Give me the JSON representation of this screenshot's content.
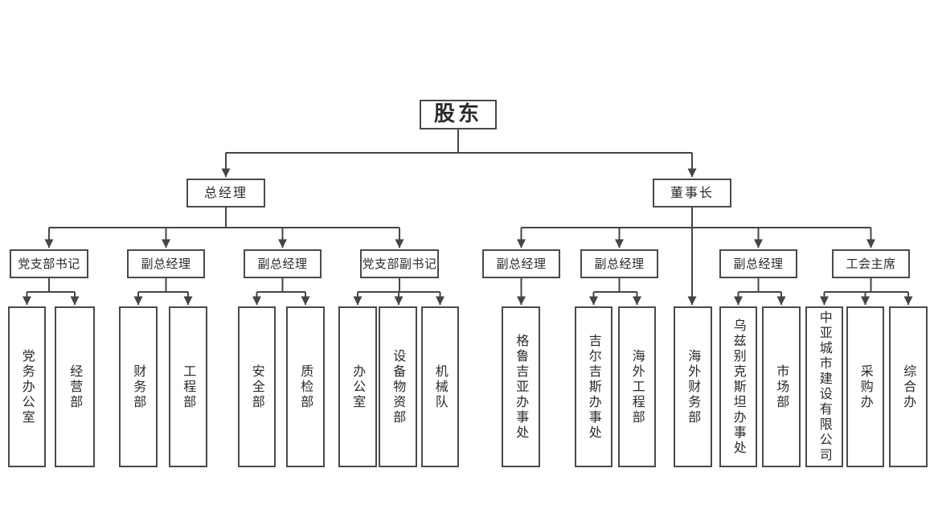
{
  "background": "#ffffff",
  "colors": {
    "line": "#454545",
    "box_border": "#4a4a4a",
    "text": "#2b2b2b"
  },
  "org": {
    "root": {
      "id": "shareholders",
      "label": "股东"
    },
    "level2": [
      {
        "id": "general-manager",
        "label": "总经理",
        "parent": "shareholders"
      },
      {
        "id": "chairman",
        "label": "董事长",
        "parent": "shareholders"
      }
    ],
    "level3": [
      {
        "id": "party-branch-secretary",
        "label": "党支部书记",
        "parent": "general-manager"
      },
      {
        "id": "deputy-gm-1",
        "label": "副总经理",
        "parent": "general-manager"
      },
      {
        "id": "deputy-gm-2",
        "label": "副总经理",
        "parent": "general-manager"
      },
      {
        "id": "party-branch-deputy-secretary",
        "label": "党支部副书记",
        "parent": "general-manager"
      },
      {
        "id": "deputy-gm-3",
        "label": "副总经理",
        "parent": "chairman"
      },
      {
        "id": "deputy-gm-4",
        "label": "副总经理",
        "parent": "chairman"
      },
      {
        "id": "deputy-gm-5",
        "label": "副总经理",
        "parent": "chairman"
      },
      {
        "id": "union-chairman",
        "label": "工会主席",
        "parent": "chairman"
      }
    ],
    "leaves": [
      {
        "id": "party-affairs-office",
        "label": "党务办公室",
        "parent": "party-branch-secretary"
      },
      {
        "id": "business-dept",
        "label": "经营部",
        "parent": "party-branch-secretary"
      },
      {
        "id": "finance-dept",
        "label": "财务部",
        "parent": "deputy-gm-1"
      },
      {
        "id": "engineering-dept",
        "label": "工程部",
        "parent": "deputy-gm-1"
      },
      {
        "id": "safety-dept",
        "label": "安全部",
        "parent": "deputy-gm-2"
      },
      {
        "id": "quality-inspection-dept",
        "label": "质检部",
        "parent": "deputy-gm-2"
      },
      {
        "id": "office",
        "label": "办公室",
        "parent": "party-branch-deputy-secretary"
      },
      {
        "id": "equipment-materials-dept",
        "label": "设备物资部",
        "parent": "party-branch-deputy-secretary"
      },
      {
        "id": "machinery-team",
        "label": "机械队",
        "parent": "party-branch-deputy-secretary"
      },
      {
        "id": "georgia-office",
        "label": "格鲁吉亚办事处",
        "parent": "deputy-gm-3"
      },
      {
        "id": "kyrgyzstan-office",
        "label": "吉尔吉斯办事处",
        "parent": "deputy-gm-4"
      },
      {
        "id": "overseas-engineering-dept",
        "label": "海外工程部",
        "parent": "deputy-gm-4"
      },
      {
        "id": "overseas-finance-dept",
        "label": "海外财务部",
        "parent": "chairman"
      },
      {
        "id": "uzbekistan-office",
        "label": "乌兹别克斯坦办事处",
        "parent": "deputy-gm-5"
      },
      {
        "id": "market-dept",
        "label": "市场部",
        "parent": "deputy-gm-5"
      },
      {
        "id": "central-asia-city-construction-co",
        "label": "中亚城市建设有限公司",
        "parent": "union-chairman"
      },
      {
        "id": "procurement-office",
        "label": "采购办",
        "parent": "union-chairman"
      },
      {
        "id": "general-affairs-office",
        "label": "综合办",
        "parent": "union-chairman"
      }
    ]
  }
}
